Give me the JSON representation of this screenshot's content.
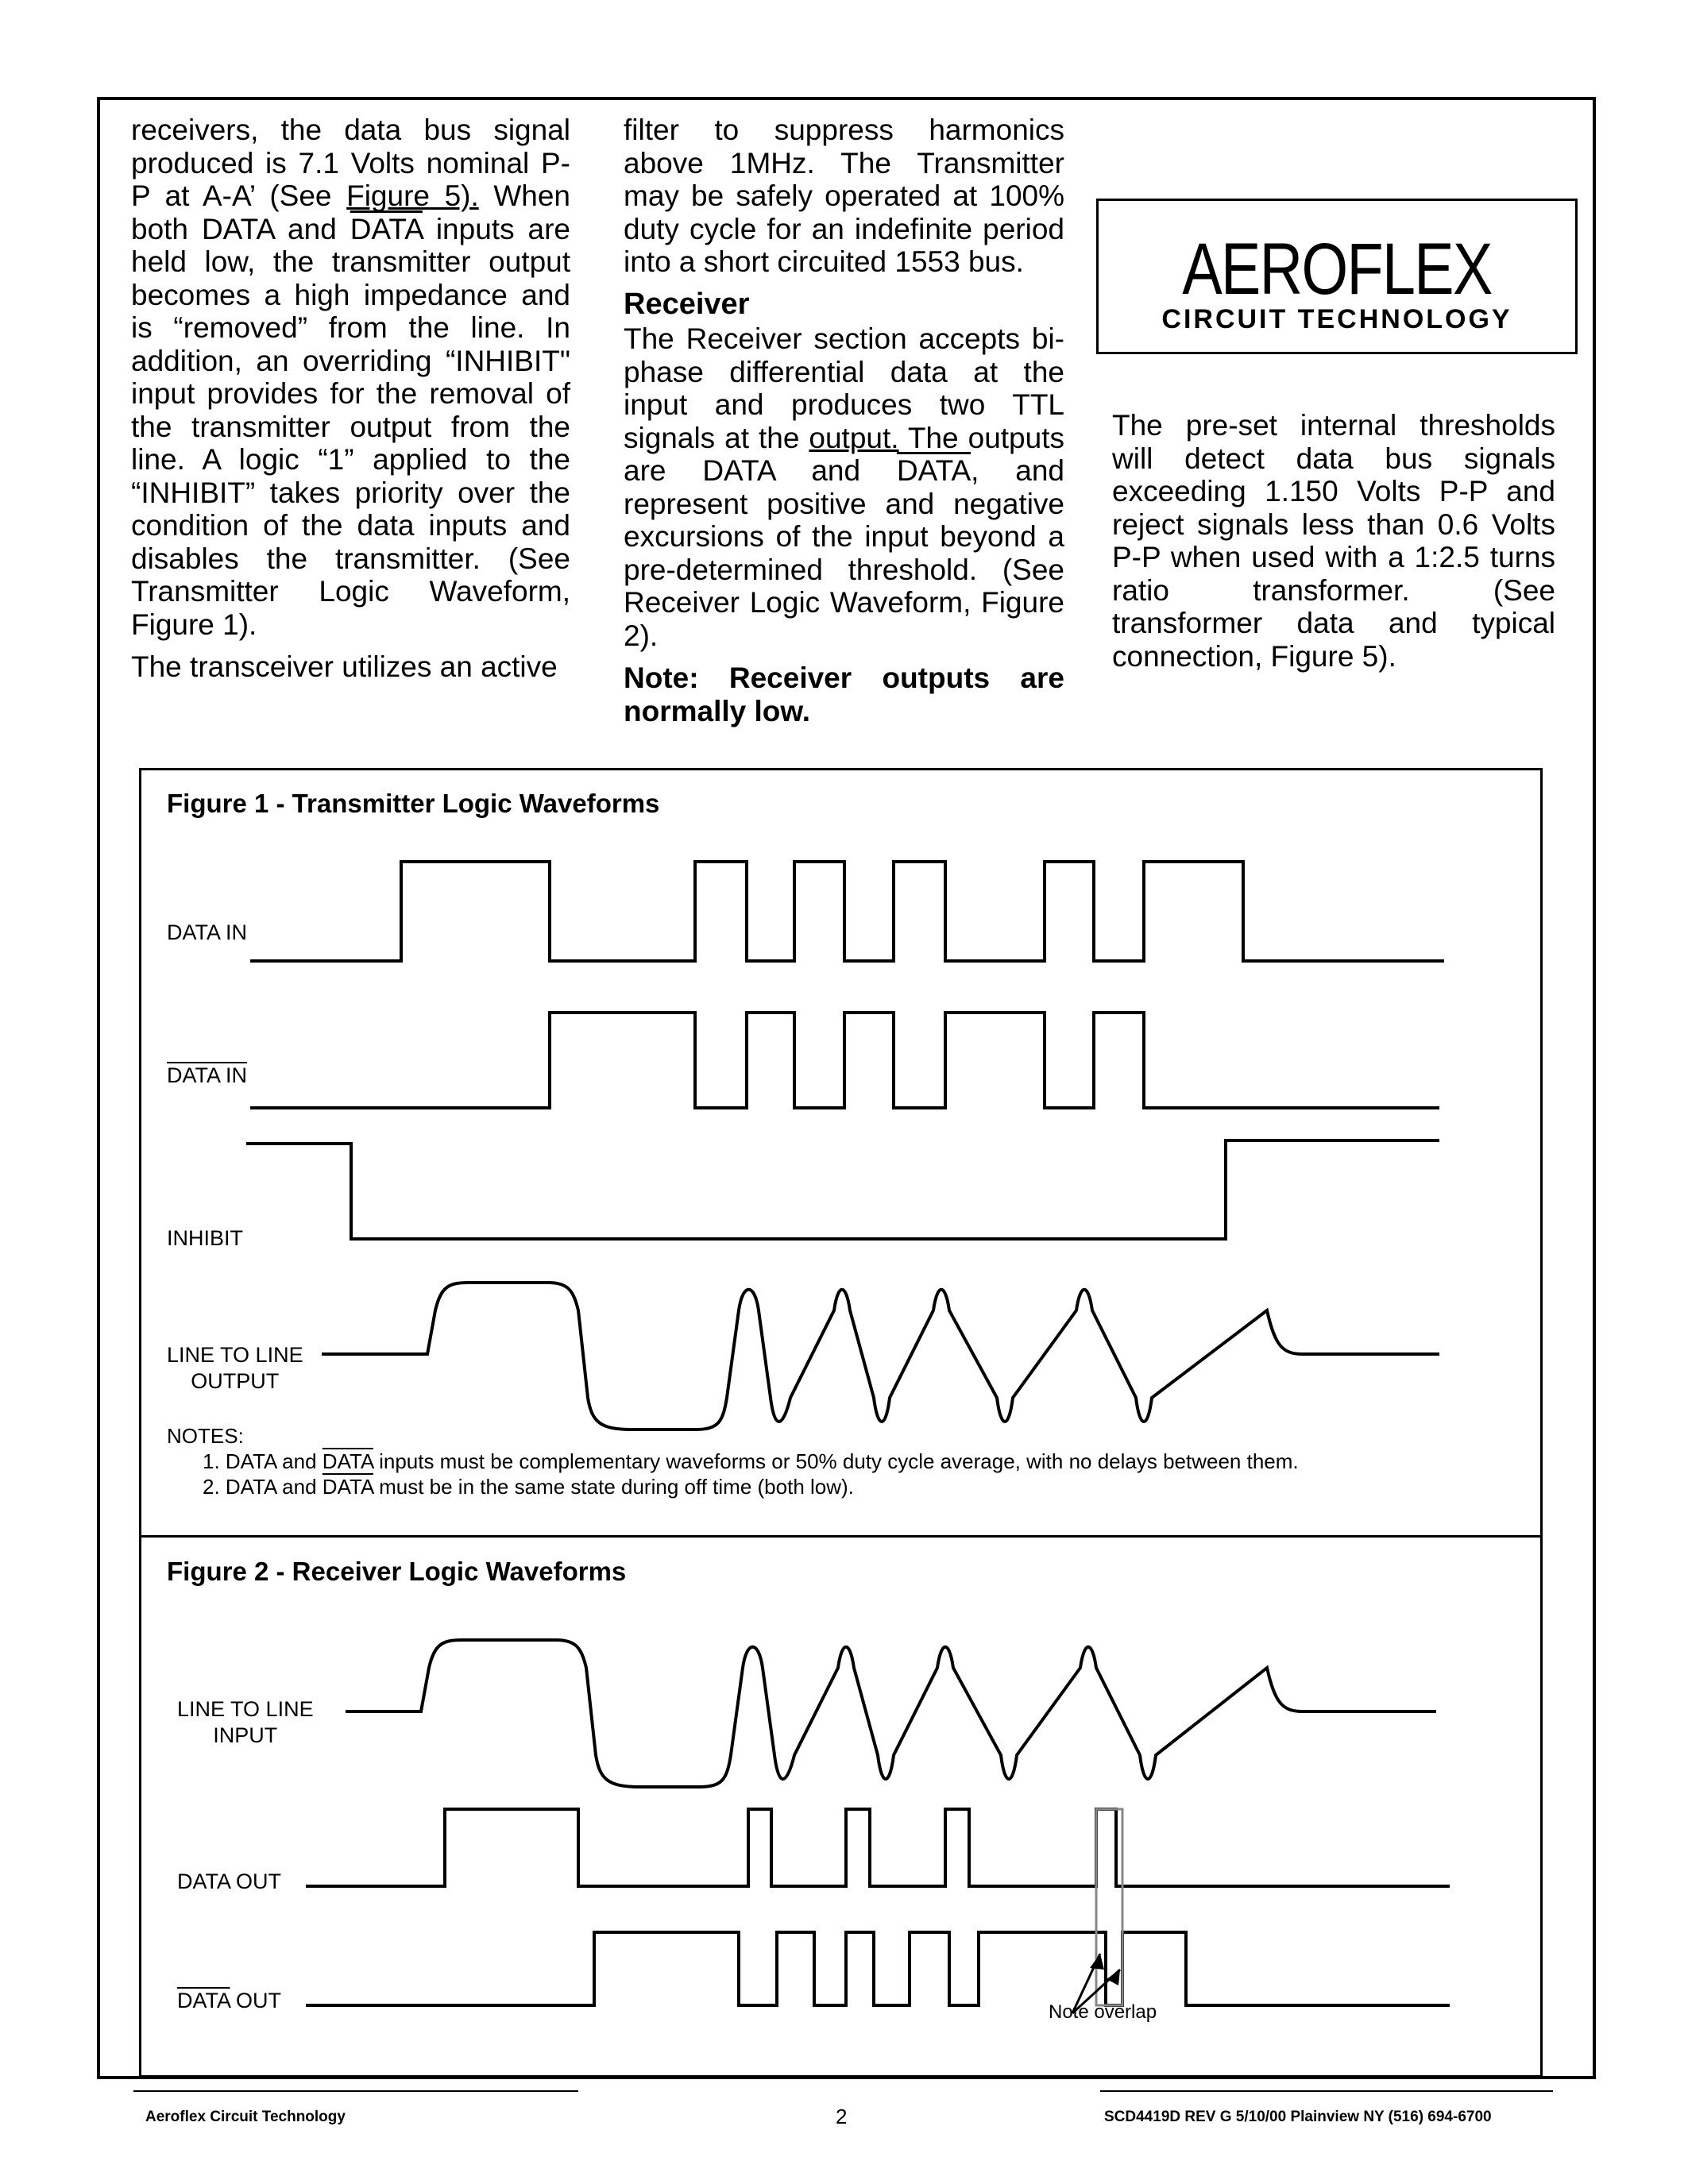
{
  "column1": {
    "p1_pre": "receivers, the data bus signal produced is 7.1 Volts nominal P-P at A-A’ (See ",
    "p1_link": "Figure 5).",
    "p1_mid1": " When both DATA and ",
    "p1_data_bar": "DATA",
    "p1_post": " inputs are held low, the transmitter output becomes a high impedance and is “removed” from the line. In addition, an overriding “INHIBIT\" input provides for the removal of the transmitter output from the line. A logic “1” applied to the “INHIBIT” takes priority over the condition of the data inputs and disables the transmitter. (See Transmitter Logic Waveform, Figure 1).",
    "p2": "The transceiver utilizes an active"
  },
  "column2": {
    "p1": "filter to suppress harmonics above 1MHz. The Transmitter may be safely operated at 100% duty cycle for an indefinite period into a short circuited 1553 bus.",
    "heading": "Receiver",
    "p2_pre": "The Receiver section accepts bi-phase differential data at the input and produces two TTL signals at the ",
    "p2_link": "output.",
    "p2_mid": " The outputs are DATA and ",
    "p2_data_bar": "DATA",
    "p2_post": ", and represent positive and negative excursions of the input beyond a pre-determined threshold. (See Receiver Logic Waveform, Figure 2).",
    "note": "Note: Receiver outputs are normally low."
  },
  "column3": {
    "p1": "The pre-set internal thresholds will detect data bus signals exceeding 1.150 Volts P-P and reject signals less than 0.6 Volts P-P when used with a 1:2.5 turns ratio transformer. (See transformer data and typical connection, Figure 5)."
  },
  "logo": {
    "name": "AEROFLEX",
    "subtitle": "CIRCUIT TECHNOLOGY"
  },
  "figure1": {
    "title": "Figure 1 - Transmitter Logic Waveforms",
    "labels": {
      "data_in": "DATA IN",
      "data_in_bar": "DATA IN",
      "inhibit": "INHIBIT",
      "line_out_1": "LINE TO LINE",
      "line_out_2": "OUTPUT"
    },
    "notes_title": "NOTES:",
    "note1_a": "1. DATA and ",
    "note1_bar": "DATA",
    "note1_b": " inputs must be complementary waveforms or 50% duty cycle average, with no delays between them.",
    "note2_a": "2. DATA and ",
    "note2_bar": "DATA",
    "note2_b": " must be in the same state during off time (both low)."
  },
  "figure2": {
    "title": "Figure 2 - Receiver Logic Waveforms",
    "labels": {
      "line_in_1": "LINE TO LINE",
      "line_in_2": "INPUT",
      "data_out": "DATA OUT",
      "data_out_bar": "DATA",
      "data_out_bar_suffix": " OUT"
    },
    "note_overlap": "Note overlap"
  },
  "footer": {
    "left": "Aeroflex Circuit Technology",
    "page": "2",
    "right": "SCD4419D REV G 5/10/00  Plainview NY (516) 694-6700"
  }
}
